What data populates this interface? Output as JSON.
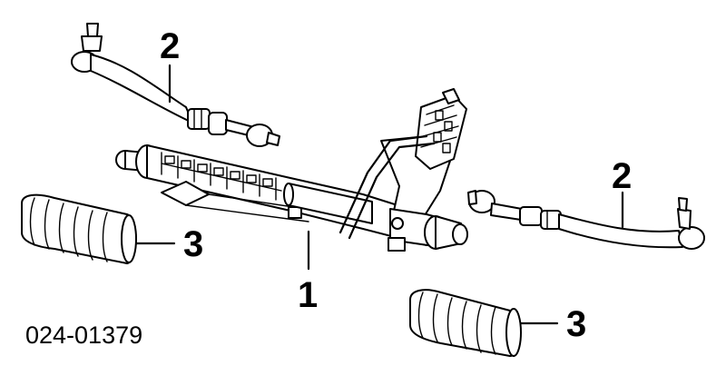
{
  "diagram": {
    "part_number": "024-01379",
    "callouts": {
      "rack_and_pinion": "1",
      "tie_rod_left": "2",
      "tie_rod_right": "2",
      "boot_left": "3",
      "boot_right": "3"
    }
  }
}
